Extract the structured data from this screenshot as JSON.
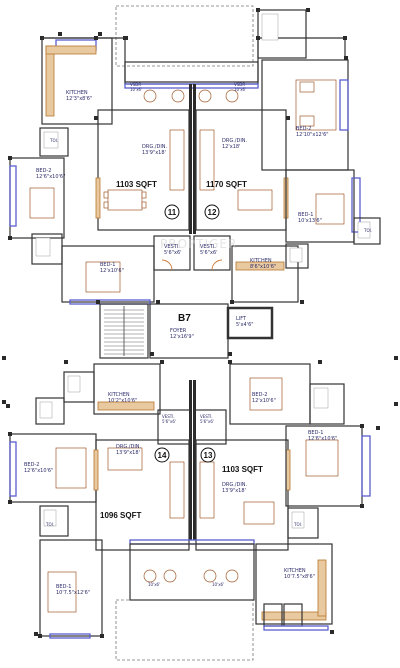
{
  "block_label": "B7",
  "units": [
    {
      "number": "11",
      "area": "1103 SQFT"
    },
    {
      "number": "12",
      "area": "1170 SQFT"
    },
    {
      "number": "14",
      "area": "1096 SQFT"
    },
    {
      "number": "13",
      "area": "1103 SQFT"
    }
  ],
  "rooms": {
    "u11_kitchen": "KITCHEN\n12'3\"x8'6\"",
    "u11_drg": "DRG./DIN.\n13'9\"x18'",
    "u11_bed2": "BED-2\n12'6\"x10'6\"",
    "u11_bed1": "BED-1\n12'x10'6\"",
    "u11_vesti": "VESTI.\n5'6\"x6'",
    "u11_vsdr": "VSDR\n10'x6'",
    "u11_toi": "TOI.",
    "u12_drg": "DRG./DIN.\n12'x18'",
    "u12_bed2": "BED-2\n12'10\"x12'6\"",
    "u12_bed1": "BED-1\n10'x13'6\"",
    "u12_vesti": "VESTI.\n5'6\"x6'",
    "u12_kitchen": "KITCHEN\n8'6\"x10'6\"",
    "u12_vsdr": "VSDR\n10'x6'",
    "u12_toi": "TOI.",
    "lift": "LIFT\n5'x4'6\"",
    "foyer": "FOYER\n12'x16'9\"",
    "u14_kitchen": "KITCHEN\n10'2\"x10'6\"",
    "u14_vesti": "VESTI.\n5'6\"x6'",
    "u14_drg": "DRG./DIN.\n13'9\"x18'",
    "u14_bed2": "BED-2\n12'6\"x10'6\"",
    "u14_bed1": "BED-1\n10'7.5\"x12'6\"",
    "u14_vsdr": "10'x6'",
    "u14_toi": "TOI.",
    "u13_bed2": "BED-2\n12'x10'6\"",
    "u13_vesti": "VESTI.\n5'6\"x6'",
    "u13_bed1": "BED-1\n12'6\"x10'6\"",
    "u13_drg": "DRG./DIN.\n13'9\"x18'",
    "u13_kitchen": "KITCHEN\n10'7.5\"x8'6\"",
    "u13_vsdr": "10'x6'",
    "u13_toi": "TOI."
  },
  "watermark": "PROPTIGER"
}
